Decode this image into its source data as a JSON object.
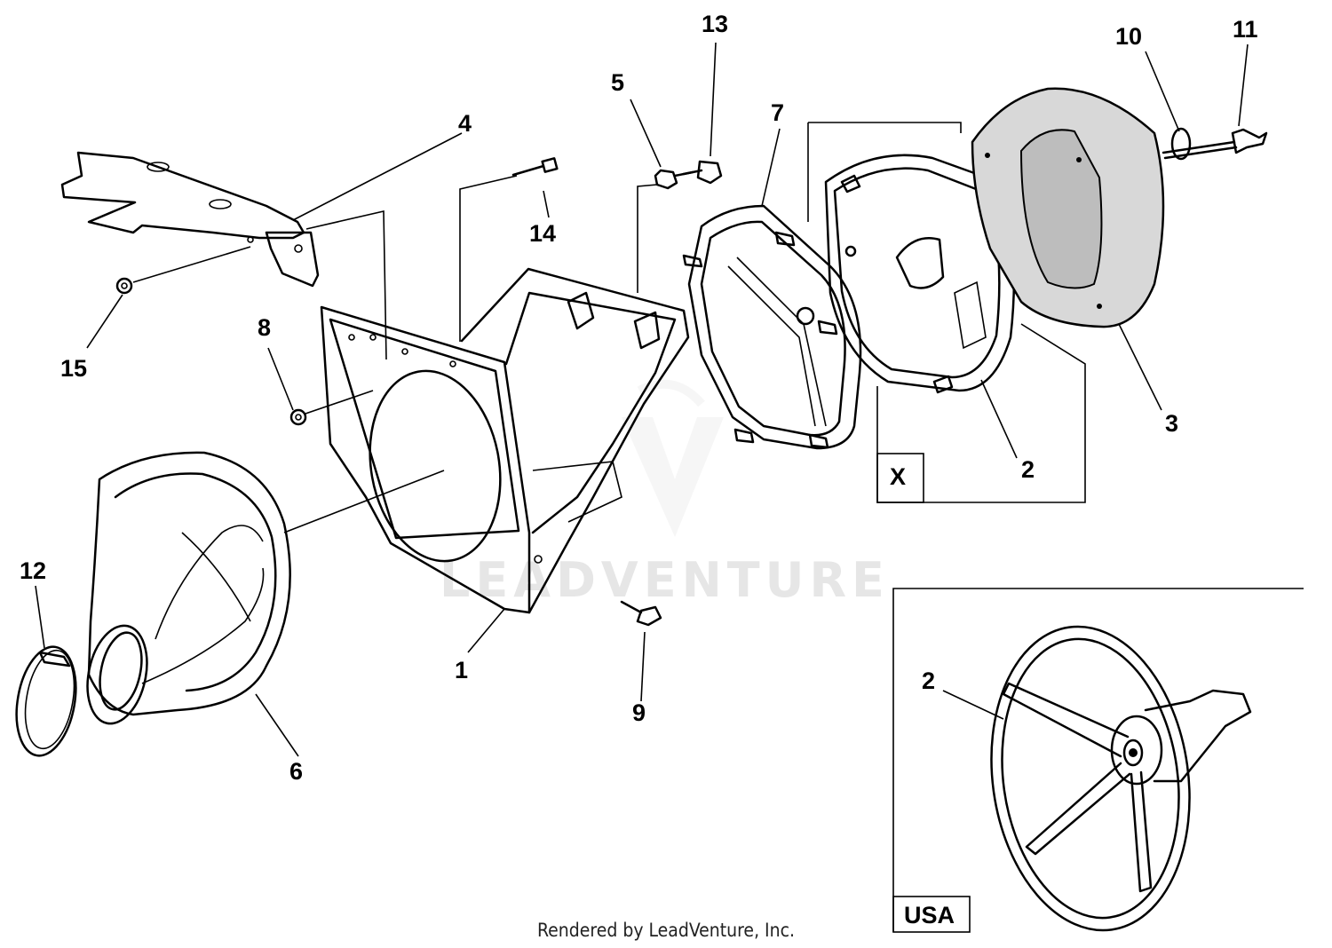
{
  "watermark": "LEADVENTURE",
  "credit": "Rendered by LeadVenture, Inc.",
  "insets": {
    "x_label": "X",
    "usa_label": "USA"
  },
  "callouts": {
    "c1": "1",
    "c2": "2",
    "c2_usa": "2",
    "c3": "3",
    "c4": "4",
    "c5": "5",
    "c6": "6",
    "c7": "7",
    "c8": "8",
    "c9": "9",
    "c10": "10",
    "c11": "11",
    "c12": "12",
    "c13": "13",
    "c14": "14",
    "c15": "15"
  }
}
